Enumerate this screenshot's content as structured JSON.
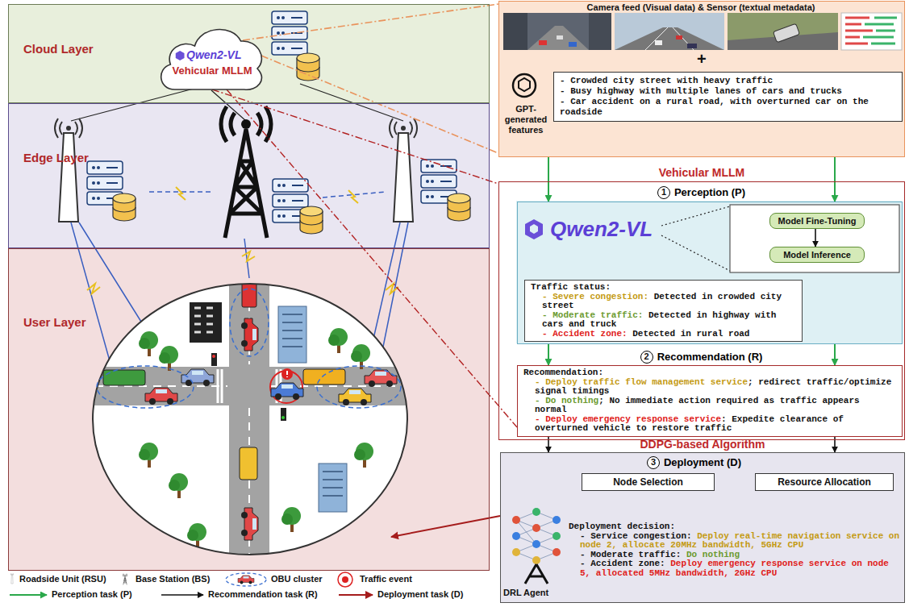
{
  "diagram": {
    "nodes": [
      {
        "text": [
          "Cloud Layer"
        ]
      },
      {
        "text": [
          "Qwen2-VL",
          "Vehicular MLLM"
        ],
        "in": 0
      },
      {
        "text": [
          "Edge Layer"
        ]
      },
      {
        "text": [
          "User Layer"
        ]
      },
      {
        "text": [
          "Camera feed (Visual data) & Sensor (textual metadata)",
          "GPT-generated features"
        ]
      },
      {
        "text": [
          "- Crowded city street with heavy traffic",
          "- Busy highway with multiple lanes of cars and trucks",
          "- Car accident on a rural road, with overturned car on the roadside"
        ],
        "in": 4
      },
      {
        "text": [
          "Vehicular MLLM"
        ]
      },
      {
        "text": [
          "Perception (P)",
          "Qwen2-VL"
        ],
        "in": 6
      },
      {
        "text": [
          "Model Fine-Tuning"
        ],
        "in": 7
      },
      {
        "text": [
          "Model Inference"
        ],
        "in": 7
      },
      {
        "text": [
          "Traffic status:",
          "- Severe congestion:",
          "Detected in crowded city street",
          "- Moderate traffic:",
          "Detected in highway with cars and truck",
          "- Accident zone:",
          "Detected in rural road"
        ],
        "in": 7
      },
      {
        "text": [
          "Recommendation (R)",
          "Recommendation:",
          "- Deploy traffic flow management service",
          "; redirect traffic/optimize signal timings",
          "- Do nothing",
          "; No immediate action required as traffic appears normal",
          "- Deploy emergency response service",
          ": Expedite clearance of overturned vehicle to restore traffic"
        ],
        "in": 6
      },
      {
        "text": [
          "DDPG-based Algorithm",
          "Deployment (D)",
          "Deployment decision:",
          "- Service congestion:",
          "Deploy real-time navigation service on node 2, allocate 20MHz bandwidth, 5GHz CPU",
          "- Moderate traffic:",
          "Do nothing",
          "- Accident zone:",
          "Deploy emergency response service on node 5, allocated 5MHz bandwidth, 2GHz CPU",
          "DRL Agent"
        ]
      },
      {
        "text": [
          "Node Selection"
        ],
        "in": 12
      },
      {
        "text": [
          "Resource Allocation"
        ],
        "in": 12
      }
    ],
    "edges": [
      {
        "from": 4,
        "to": 7,
        "arrow": "to"
      },
      {
        "from": 4,
        "to": 7,
        "arrow": "to"
      },
      {
        "from": 7,
        "to": 11,
        "arrow": "to"
      },
      {
        "from": 7,
        "to": 11,
        "arrow": "to"
      },
      {
        "from": 11,
        "to": 12,
        "arrow": "to"
      },
      {
        "from": 11,
        "to": 12,
        "arrow": "to"
      },
      {
        "from": 12,
        "to": 3,
        "arrow": "to"
      },
      {
        "from": 8,
        "to": 9,
        "arrow": "to"
      },
      {
        "from": 1,
        "to": 4,
        "arrow": "none"
      },
      {
        "from": 1,
        "to": 4,
        "arrow": "none"
      },
      {
        "from": 1,
        "to": 6,
        "arrow": "none"
      },
      {
        "from": 1,
        "to": 11,
        "arrow": "none"
      }
    ],
    "labels": [
      "+",
      "1",
      "2",
      "3"
    ],
    "legend": [
      {
        "text": "Roadside Unit (RSU)"
      },
      {
        "text": "Base Station (BS)"
      },
      {
        "text": "OBU cluster"
      },
      {
        "text": "Traffic event"
      },
      {
        "text": "Perception task (P)"
      },
      {
        "text": "Recommendation task (R)"
      },
      {
        "text": "Deployment task (D)"
      }
    ]
  }
}
